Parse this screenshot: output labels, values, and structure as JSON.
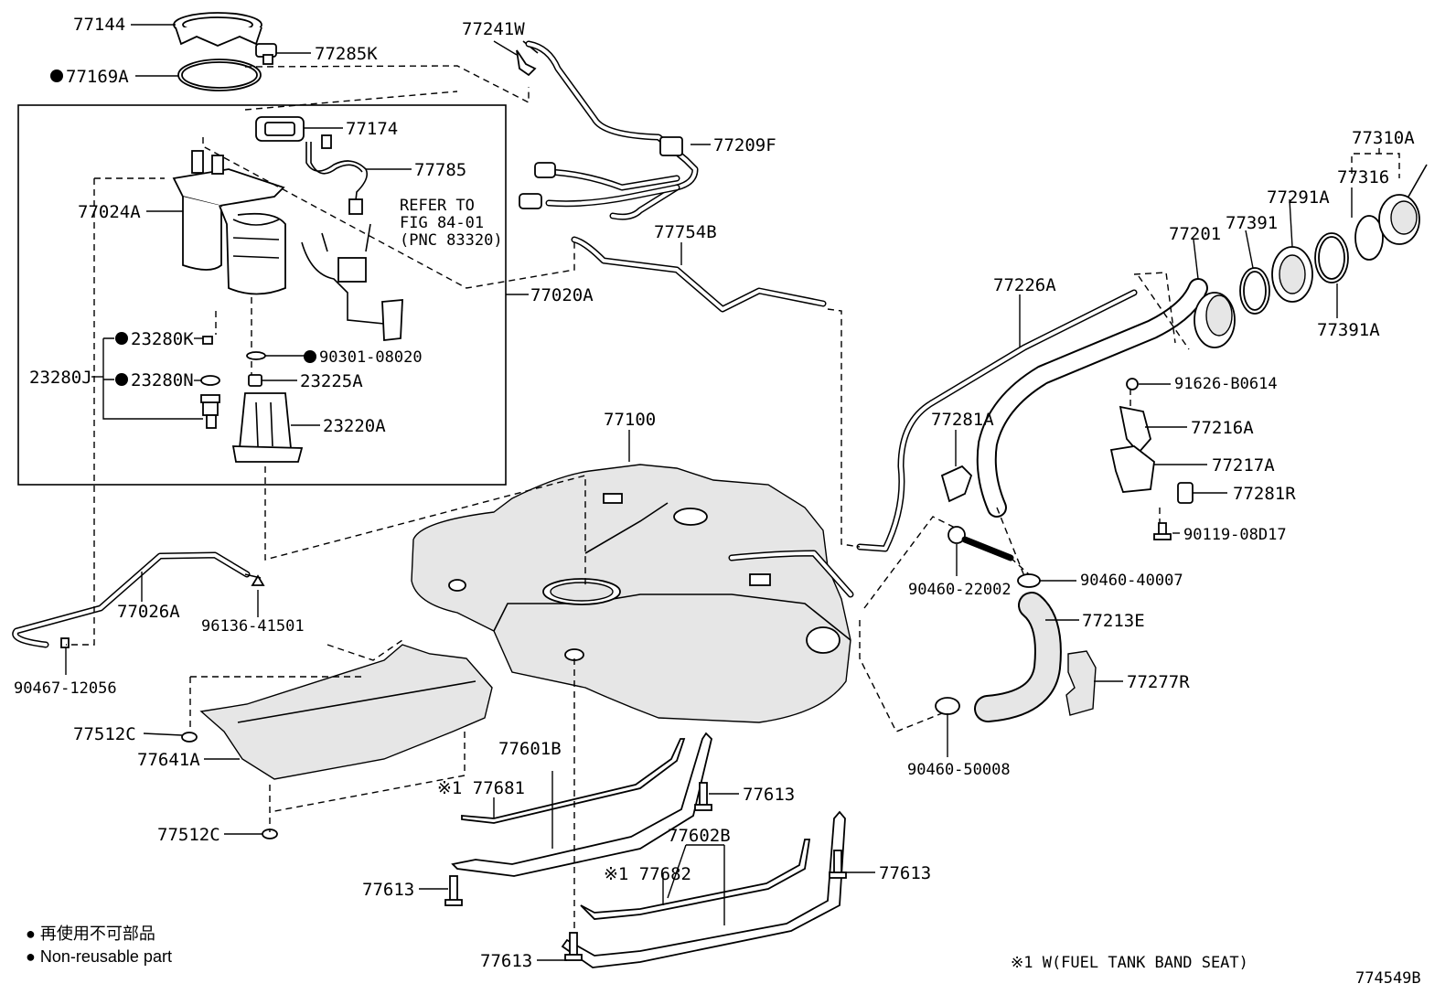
{
  "diagram": {
    "parts": [
      {
        "id": "p77144",
        "label": "77144"
      },
      {
        "id": "p77285K",
        "label": "77285K"
      },
      {
        "id": "p77169A",
        "label": "77169A",
        "non_reusable": true
      },
      {
        "id": "p77241W",
        "label": "77241W"
      },
      {
        "id": "p77174",
        "label": "77174"
      },
      {
        "id": "p77785",
        "label": "77785"
      },
      {
        "id": "p77209F",
        "label": "77209F"
      },
      {
        "id": "p77024A",
        "label": "77024A"
      },
      {
        "id": "p77754B",
        "label": "77754B"
      },
      {
        "id": "p77020A",
        "label": "77020A"
      },
      {
        "id": "p23280K",
        "label": "23280K",
        "non_reusable": true
      },
      {
        "id": "p90301",
        "label": "90301-08020",
        "non_reusable": true
      },
      {
        "id": "p23280J",
        "label": "23280J"
      },
      {
        "id": "p23280N",
        "label": "23280N",
        "non_reusable": true
      },
      {
        "id": "p23225A",
        "label": "23225A"
      },
      {
        "id": "p23220A",
        "label": "23220A"
      },
      {
        "id": "p77100",
        "label": "77100"
      },
      {
        "id": "p77310A",
        "label": "77310A"
      },
      {
        "id": "p77316",
        "label": "77316"
      },
      {
        "id": "p77291A",
        "label": "77291A"
      },
      {
        "id": "p77391",
        "label": "77391"
      },
      {
        "id": "p77201",
        "label": "77201"
      },
      {
        "id": "p77226A",
        "label": "77226A"
      },
      {
        "id": "p77391A",
        "label": "77391A"
      },
      {
        "id": "p91626",
        "label": "91626-B0614"
      },
      {
        "id": "p77281A",
        "label": "77281A"
      },
      {
        "id": "p77216A",
        "label": "77216A"
      },
      {
        "id": "p77217A",
        "label": "77217A"
      },
      {
        "id": "p77281R",
        "label": "77281R"
      },
      {
        "id": "p90119",
        "label": "90119-08D17"
      },
      {
        "id": "p77026A",
        "label": "77026A"
      },
      {
        "id": "p96136",
        "label": "96136-41501"
      },
      {
        "id": "p90460_22002",
        "label": "90460-22002"
      },
      {
        "id": "p90460_40007",
        "label": "90460-40007"
      },
      {
        "id": "p77213E",
        "label": "77213E"
      },
      {
        "id": "p90467",
        "label": "90467-12056"
      },
      {
        "id": "p77277R",
        "label": "77277R"
      },
      {
        "id": "p77512C_top",
        "label": "77512C"
      },
      {
        "id": "p77641A",
        "label": "77641A"
      },
      {
        "id": "p77601B",
        "label": "77601B"
      },
      {
        "id": "p77681",
        "label": "※1 77681"
      },
      {
        "id": "p77613_a",
        "label": "77613"
      },
      {
        "id": "p90460_50008",
        "label": "90460-50008"
      },
      {
        "id": "p77602B",
        "label": "77602B"
      },
      {
        "id": "p77512C_bot",
        "label": "77512C"
      },
      {
        "id": "p77682",
        "label": "※1 77682"
      },
      {
        "id": "p77613_b",
        "label": "77613"
      },
      {
        "id": "p77613_c",
        "label": "77613"
      },
      {
        "id": "p77613_d",
        "label": "77613"
      }
    ],
    "refer": {
      "line1": "REFER TO",
      "line2": "FIG 84-01",
      "line3": "(PNC 83320)"
    },
    "legend": {
      "jp": "● 再使用不可部品",
      "en": "● Non-reusable part"
    },
    "footnote": "※1  W(FUEL TANK BAND SEAT)",
    "figure_id": "774549B",
    "bullet": "●"
  }
}
